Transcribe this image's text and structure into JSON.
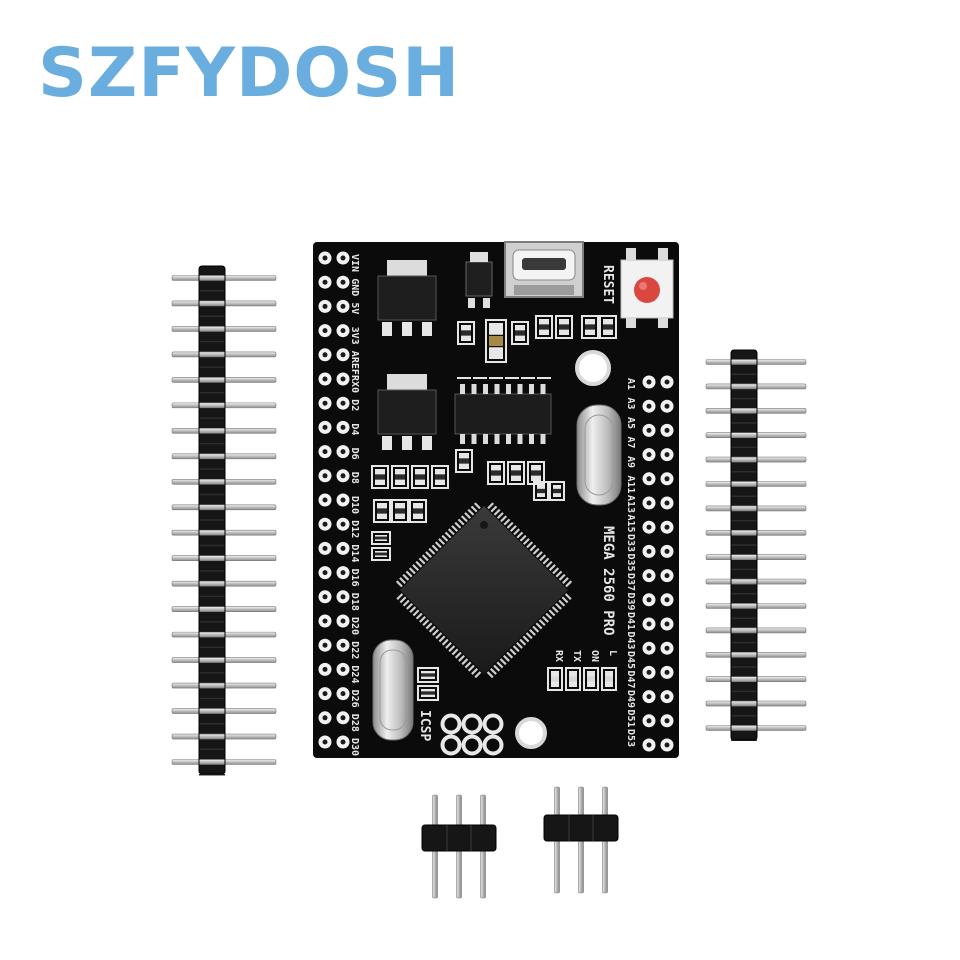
{
  "brand": {
    "text": "SZFYDOSH",
    "color": "#6aaee0"
  },
  "board": {
    "model_label": "MEGA 2560 PRO",
    "reset_label": "RESET",
    "icsp_label": "ICSP",
    "pcb_color": "#0b0b0b",
    "silk_color": "#e6e6e6",
    "pad_color": "#f2f2f2",
    "button_color": "#d9473f",
    "left_pins": [
      "VIN",
      "GND",
      "5V",
      "3V3",
      "AREF",
      "RX0",
      "D2",
      "D4",
      "D6",
      "D8",
      "D10",
      "D12",
      "D14",
      "D16",
      "D18",
      "D20",
      "D22",
      "D24",
      "D26",
      "D28",
      "D30"
    ],
    "right_pins": [
      "A1",
      "A3",
      "A5",
      "A7",
      "A9",
      "A11",
      "A13",
      "A15",
      "D33",
      "D35",
      "D37",
      "D39",
      "D41",
      "D43",
      "D45",
      "D47",
      "D49",
      "D51",
      "D53"
    ],
    "led_labels": [
      "RX",
      "TX",
      "ON",
      "L"
    ]
  },
  "headers": {
    "left_count": 20,
    "right_count": 16,
    "small_count": 3
  }
}
